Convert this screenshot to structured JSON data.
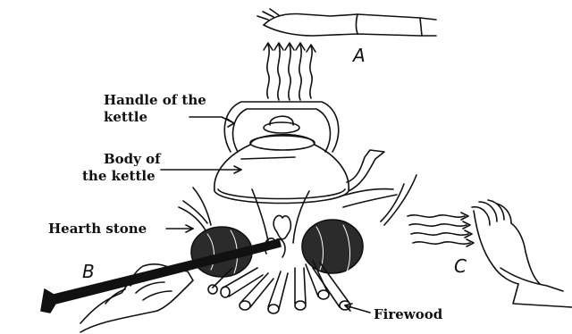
{
  "labels": {
    "handle_line1": "Handle of the",
    "handle_line2": "kettle",
    "body_line1": "Body of",
    "body_line2": "the kettle",
    "hearth_stone": "Hearth stone",
    "firewood": "Firewood"
  },
  "letters": {
    "a": "A",
    "b": "B",
    "c": "C"
  },
  "colors": {
    "ink": "#111111",
    "paper": "#ffffff",
    "stone_fill": "#2b2b2b"
  }
}
